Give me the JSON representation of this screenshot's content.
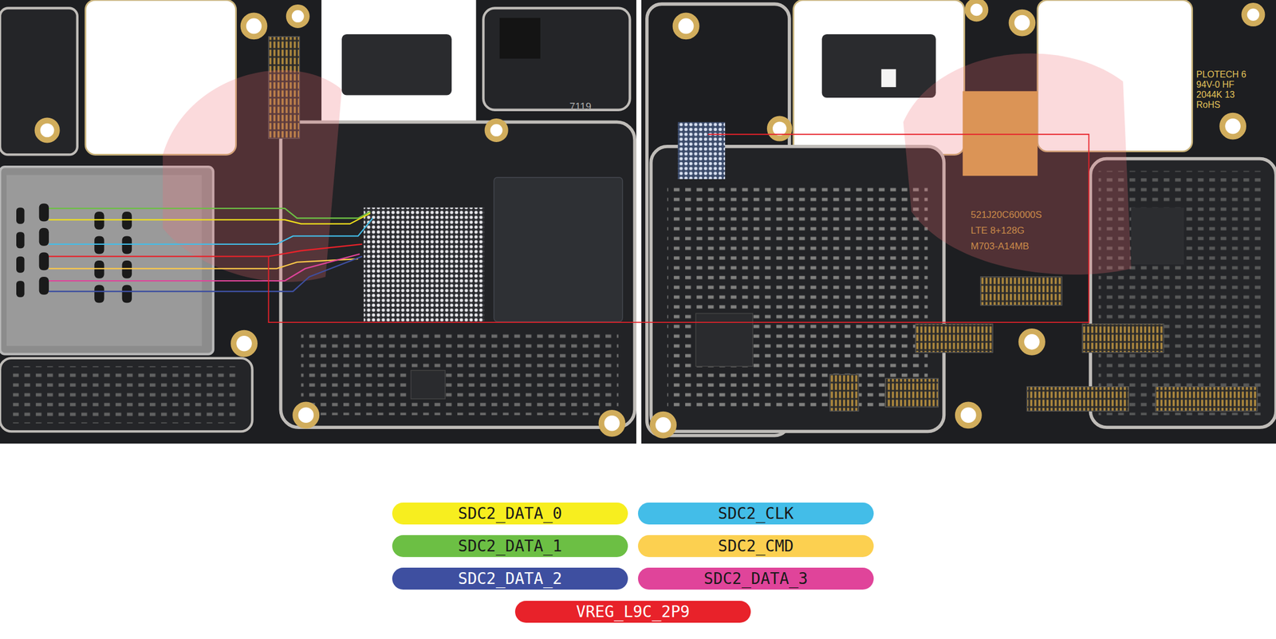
{
  "diagram": {
    "labels": [
      "7119",
      "521J20C60000S",
      "LTE 8+128G",
      "M703-A14MB",
      "PLOTECH 6",
      "94V-0 HF",
      "2044K 13",
      "RoHS"
    ],
    "legend": [
      {
        "text": "SDC2_DATA_0",
        "color": "#f7ee1f"
      },
      {
        "text": "SDC2_CLK",
        "color": "#43bde8"
      },
      {
        "text": "SDC2_DATA_1",
        "color": "#6cbf44"
      },
      {
        "text": "SDC2_CMD",
        "color": "#fcd050"
      },
      {
        "text": "SDC2_DATA_2",
        "color": "#3e4fa0"
      },
      {
        "text": "SDC2_DATA_3",
        "color": "#e0449a"
      },
      {
        "text": "VREG_L9C_2P9",
        "color": "#e8222a"
      }
    ]
  }
}
